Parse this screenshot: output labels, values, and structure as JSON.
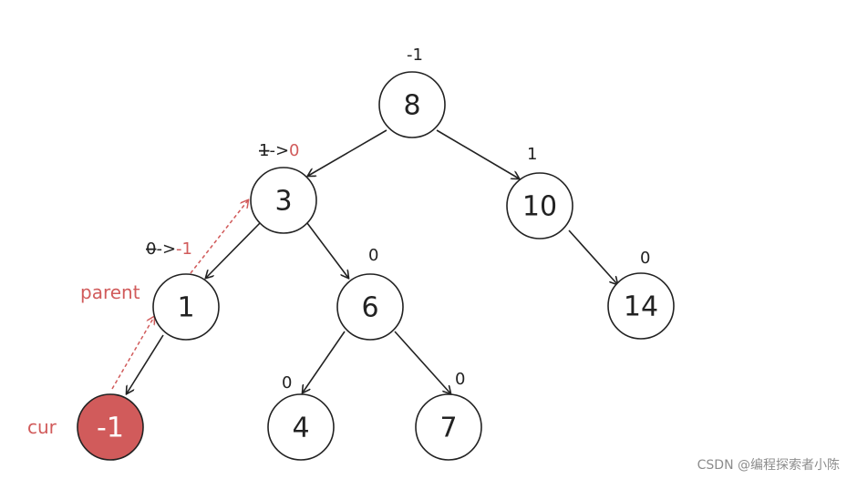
{
  "diagram": {
    "nodes": [
      {
        "id": "n8",
        "label": "8",
        "bf": "-1"
      },
      {
        "id": "n3",
        "label": "3",
        "bf_old": "1",
        "bf_arrow": "->",
        "bf_new": "0"
      },
      {
        "id": "n10",
        "label": "10",
        "bf": "1"
      },
      {
        "id": "n1",
        "label": "1",
        "bf_old": "0",
        "bf_arrow": "->",
        "bf_new": "-1"
      },
      {
        "id": "n6",
        "label": "6",
        "bf": "0"
      },
      {
        "id": "n14",
        "label": "14",
        "bf": "0"
      },
      {
        "id": "nm1",
        "label": "-1",
        "highlight": true
      },
      {
        "id": "n4",
        "label": "4",
        "bf": "0"
      },
      {
        "id": "n7",
        "label": "7",
        "bf": "0"
      }
    ],
    "labels": {
      "parent": "parent",
      "cur": "cur"
    },
    "colors": {
      "highlight": "#d15b5b",
      "stroke": "#222222"
    }
  },
  "watermark": "CSDN @编程探索者小陈"
}
